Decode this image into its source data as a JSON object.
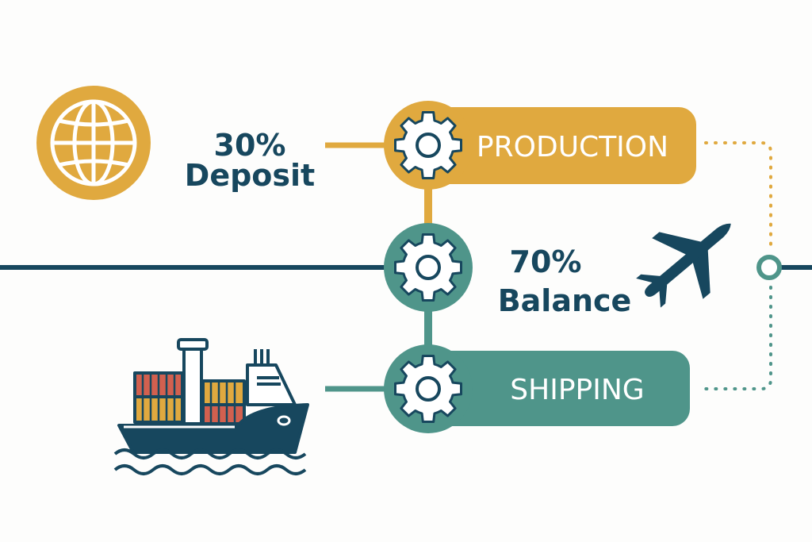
{
  "colors": {
    "gold": "#E0A93F",
    "teal": "#4F958A",
    "navy": "#17475E",
    "red": "#D2604F",
    "white": "#FFFFFF"
  },
  "deposit": {
    "percent": "30%",
    "label": "Deposit"
  },
  "balance": {
    "percent": "70%",
    "label": "Balance"
  },
  "steps": [
    {
      "label": "PRODUCTION",
      "icon": "gear-icon"
    },
    {
      "label": "",
      "icon": "gear-icon"
    },
    {
      "label": "SHIPPING",
      "icon": "gear-icon"
    }
  ],
  "icons": [
    "globe-icon",
    "airplane-icon",
    "cargo-ship-icon"
  ]
}
